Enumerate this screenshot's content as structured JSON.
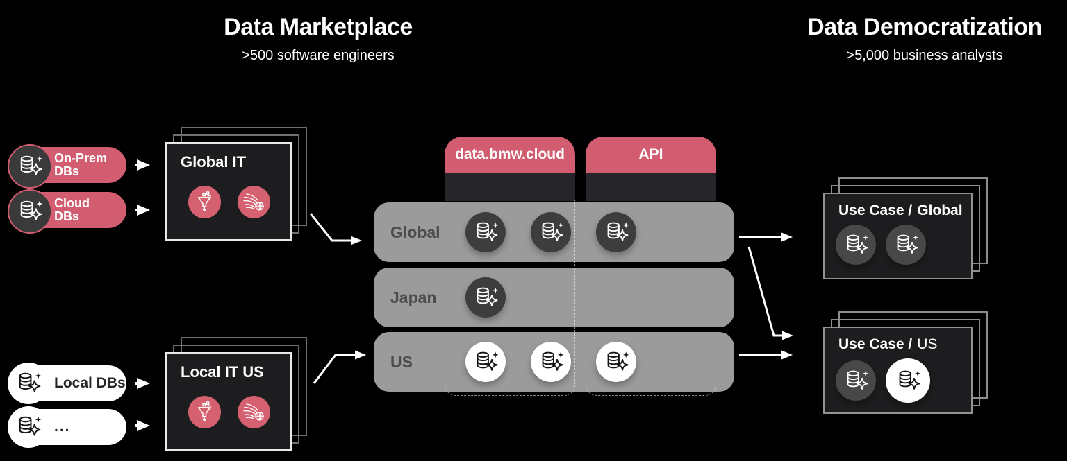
{
  "header_left": {
    "title": "Data Marketplace",
    "subtitle": ">500 software engineers"
  },
  "header_right": {
    "title": "Data Democratization",
    "subtitle": ">5,000 business analysts"
  },
  "source_pills": [
    {
      "label_line1": "On-Prem",
      "label_line2": "DBs",
      "variant": "red"
    },
    {
      "label_line1": "Cloud",
      "label_line2": "DBs",
      "variant": "red"
    },
    {
      "label_line1": "Local DBs",
      "label_line2": "",
      "variant": "white"
    },
    {
      "label_line1": "...",
      "label_line2": "",
      "variant": "white"
    }
  ],
  "it_boxes": [
    {
      "title": "Global IT"
    },
    {
      "title": "Local IT US"
    }
  ],
  "platform": {
    "columns": [
      {
        "label": "data.bmw.cloud"
      },
      {
        "label": "API"
      }
    ],
    "rows": [
      {
        "label": "Global",
        "icon_style": "dark",
        "icon_count": 3
      },
      {
        "label": "Japan",
        "icon_style": "dark",
        "icon_count": 1
      },
      {
        "label": "US",
        "icon_style": "white",
        "icon_count": 3
      }
    ]
  },
  "use_cases": [
    {
      "title_prefix": "Use Case /",
      "title_suffix": "Global",
      "suffix_style": "bold",
      "icons": [
        "dark",
        "dark"
      ]
    },
    {
      "title_prefix": "Use Case /",
      "title_suffix": "US",
      "suffix_style": "regular",
      "icons": [
        "dark",
        "white-large"
      ]
    }
  ],
  "icons": {
    "database": "database-sparkle-icon",
    "funnel": "data-filter-funnel-icon",
    "flow": "data-flow-globe-icon",
    "arrow": "arrow-right-icon"
  },
  "colors": {
    "background": "#000000",
    "accent_red": "#d25d70",
    "row_gray": "#9b9b9b",
    "box_dark": "#1d1d1f"
  }
}
